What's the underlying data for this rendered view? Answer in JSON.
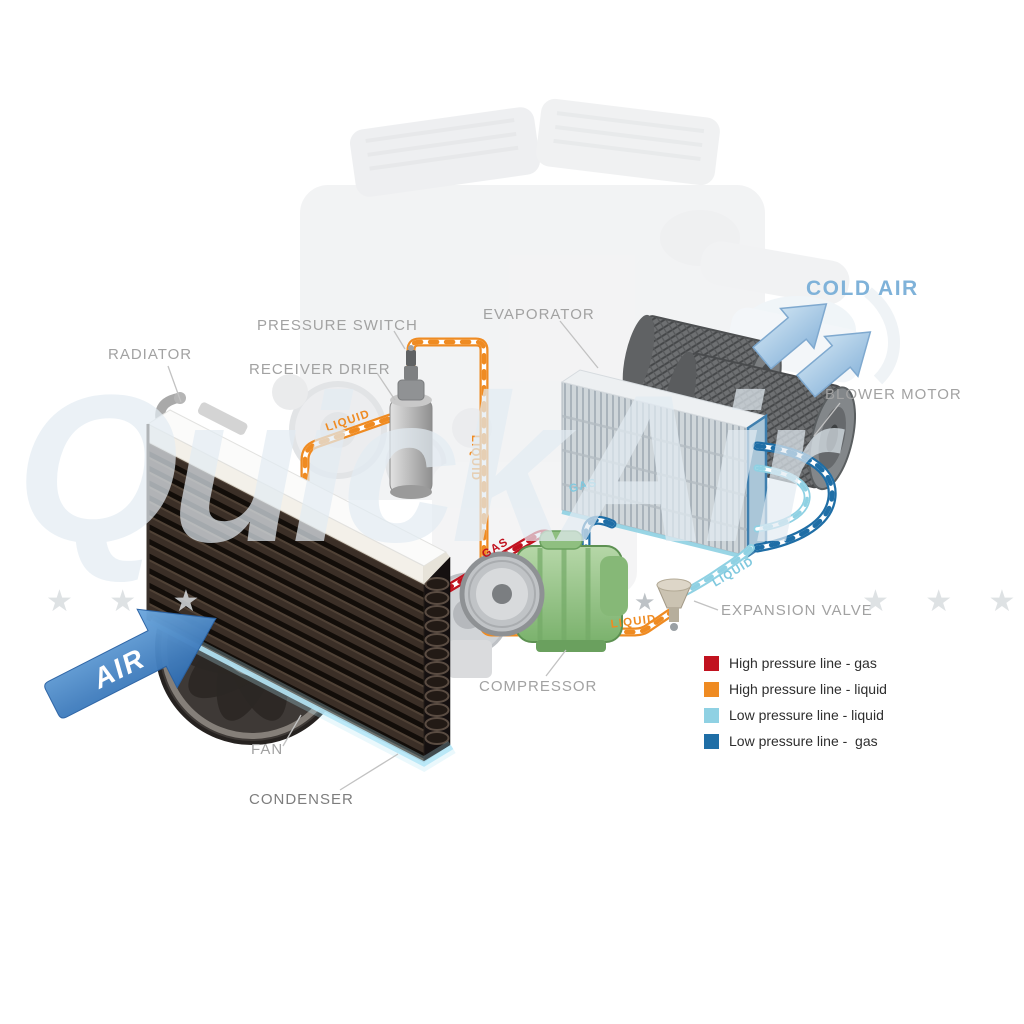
{
  "watermark": {
    "text": "QuickAir",
    "stars_left": "★ ★ ★",
    "star_mid": "★",
    "stars_right": "★ ★ ★"
  },
  "flow": {
    "cold_air": "COLD AIR",
    "air": "AIR"
  },
  "labels": {
    "radiator": "RADIATOR",
    "pressure_switch": "PRESSURE SWITCH",
    "receiver_drier": "RECEIVER DRIER",
    "evaporator": "EVAPORATOR",
    "blower_motor": "BLOWER MOTOR",
    "expansion_valve": "EXPANSION VALVE",
    "compressor": "COMPRESSOR",
    "fan": "FAN",
    "condenser": "CONDENSER"
  },
  "pipe_labels": {
    "liquid_in": "LIQUID",
    "liquid_down": "LIQUID",
    "gas_suction": "GAS",
    "gas_discharge": "GAS",
    "liquid_evap": "LIQUID",
    "liquid_valve": "LIQUID"
  },
  "legend": {
    "items": [
      {
        "label": "High pressure line - gas",
        "color": "#c1121f"
      },
      {
        "label": "High pressure line - liquid",
        "color": "#ef8b22"
      },
      {
        "label": "Low pressure line - liquid",
        "color": "#8fd1e3"
      },
      {
        "label": "Low pressure line -  gas",
        "color": "#1f6ea6"
      }
    ]
  },
  "colors": {
    "high_gas": "#c1121f",
    "high_liquid": "#ef8b22",
    "low_liquid": "#8fd1e3",
    "low_gas": "#1f6ea6",
    "cold_air_text": "#7fb2d9",
    "air_arrow": "#3d7fc1"
  }
}
